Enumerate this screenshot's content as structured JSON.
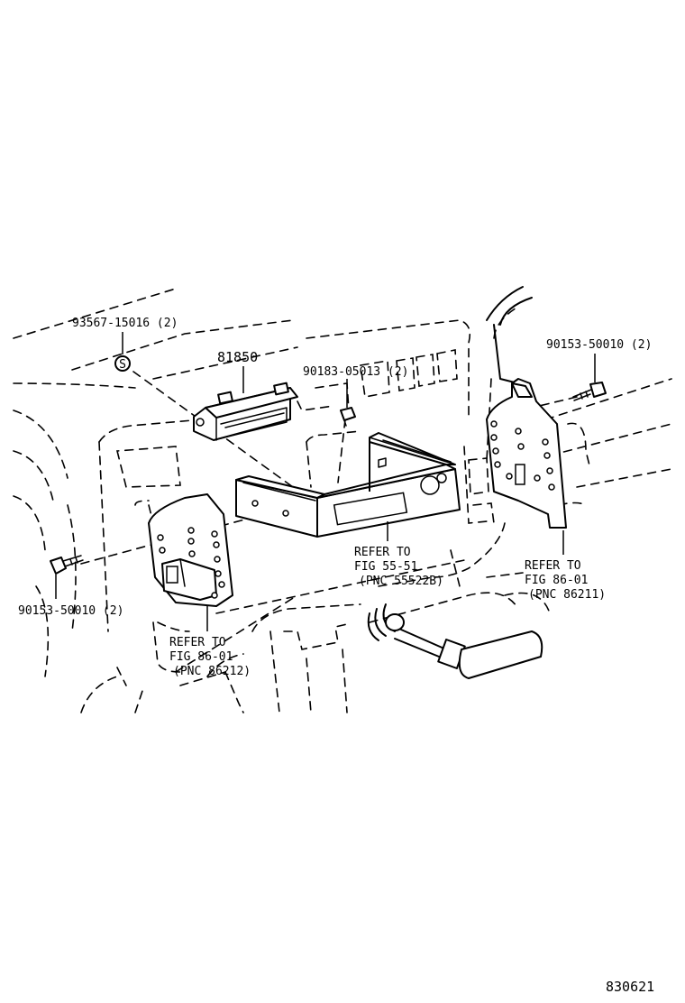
{
  "labels": {
    "clip_top": "93567-15016 (2)",
    "module": "81850",
    "nut": "90183-05013 (2)",
    "screw_right": "90153-50010 (2)",
    "screw_left": "90153-50010 (2)",
    "bracket_center": [
      "REFER TO",
      "FIG 55-51",
      "(PNC 55522B)"
    ],
    "bracket_right": [
      "REFER TO",
      "FIG 86-01",
      "(PNC 86211)"
    ],
    "bracket_left": [
      "REFER TO",
      "FIG 86-01",
      "(PNC 86212)"
    ],
    "clip_symbol": "S",
    "figure_number": "830621"
  }
}
